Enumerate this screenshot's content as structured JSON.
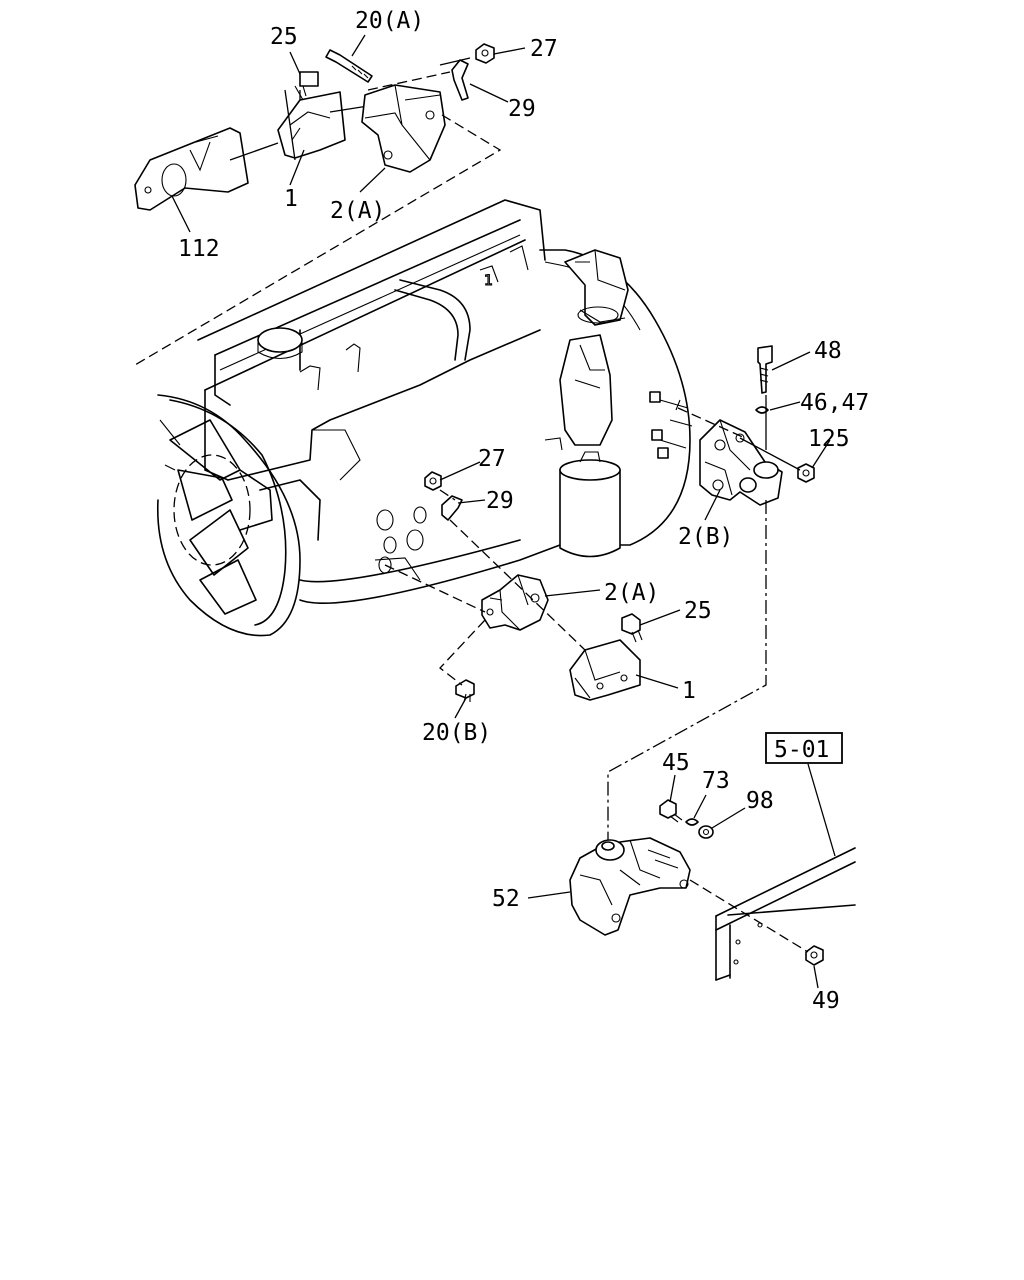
{
  "labels": {
    "l25a": "25",
    "l20a": "20(A)",
    "l27a": "27",
    "l29a": "29",
    "l1a": "1",
    "l2a_top": "2(A)",
    "l112": "112",
    "l48": "48",
    "l4647": "46,47",
    "l125": "125",
    "l2b": "2(B)",
    "l27b": "27",
    "l29b": "29",
    "l2a_mid": "2(A)",
    "l25b": "25",
    "l1b": "1",
    "l20b": "20(B)",
    "l45": "45",
    "l73": "73",
    "l98": "98",
    "l52": "52",
    "l49": "49"
  },
  "reference_box": "5-01"
}
